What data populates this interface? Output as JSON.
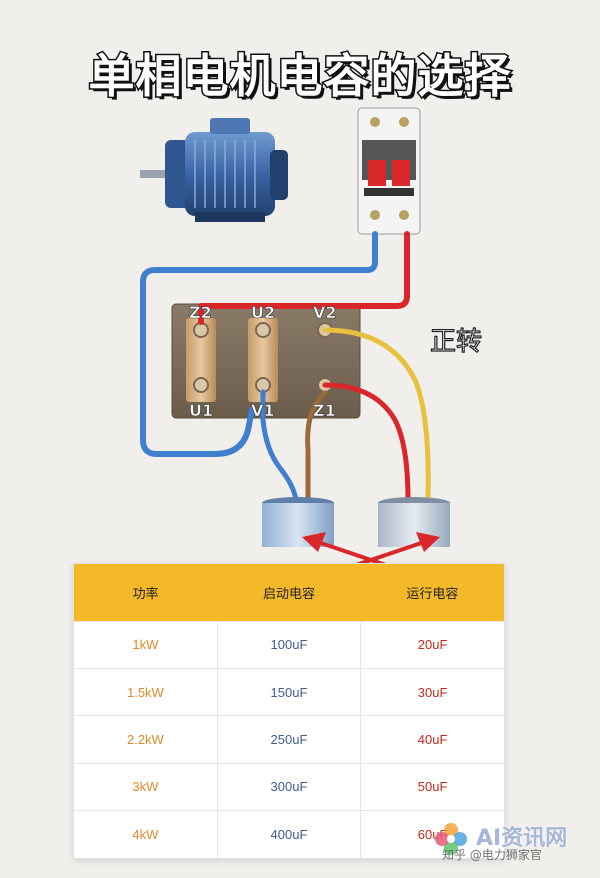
{
  "title": "单相电机电容的选择",
  "terminals": {
    "z2": "Z2",
    "u2": "U2",
    "v2": "V2",
    "u1": "U1",
    "v1": "V1",
    "z1": "Z1"
  },
  "rotation_label": "正转",
  "table": {
    "headers": [
      "功率",
      "启动电容",
      "运行电容"
    ],
    "rows": [
      [
        "1kW",
        "100uF",
        "20uF"
      ],
      [
        "1.5kW",
        "150uF",
        "30uF"
      ],
      [
        "2.2kW",
        "250uF",
        "40uF"
      ],
      [
        "3kW",
        "300uF",
        "50uF"
      ],
      [
        "4kW",
        "400uF",
        "60uF"
      ]
    ]
  },
  "watermark": {
    "main": "AI资讯网",
    "sub": "知乎 @电力狮家官"
  },
  "colors": {
    "blue_wire": "#3f7fd0",
    "red_wire": "#d8262a",
    "yellow_wire": "#e8c040",
    "brown_wire": "#9a6a3a",
    "header_bg": "#f4b929"
  }
}
